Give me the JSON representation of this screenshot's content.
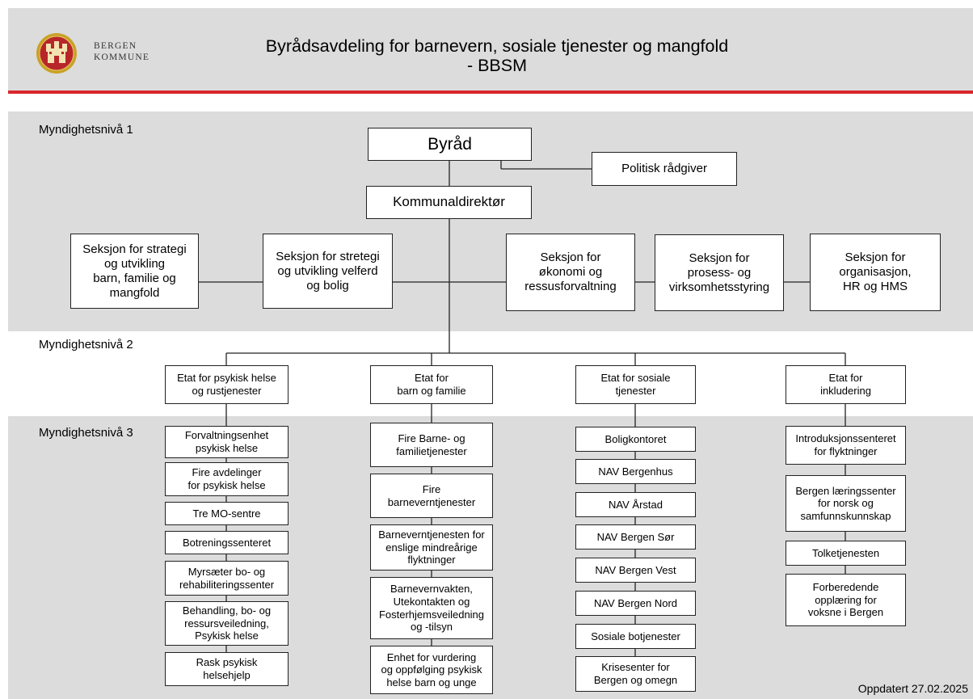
{
  "header": {
    "logo_line1": "BERGEN",
    "logo_line2": "KOMMUNE",
    "title": "Byrådsavdeling for barnevern, sosiale tjenester og mangfold\n- BBSM"
  },
  "levels": {
    "l1": "Myndighetsnivå 1",
    "l2": "Myndighetsnivå 2",
    "l3": "Myndighetsnivå 3"
  },
  "top": {
    "byrad": "Byråd",
    "politisk": "Politisk rådgiver",
    "kommunaldirektor": "Kommunaldirektør"
  },
  "sections": [
    "Seksjon for strategi\nog utvikling\nbarn, familie og\nmangfold",
    "Seksjon for stretegi\nog utvikling velferd\nog bolig",
    "Seksjon for\nøkonomi og\nressusforvaltning",
    "Seksjon for\nprosess- og\nvirksomhetsstyring",
    "Seksjon for\norganisasjon,\nHR og HMS"
  ],
  "etater": [
    "Etat for psykisk helse\nog rustjenester",
    "Etat for\nbarn og familie",
    "Etat for sosiale\ntjenester",
    "Etat for\ninkludering"
  ],
  "units": {
    "col1": [
      "Forvaltningsenhet\npsykisk helse",
      "Fire avdelinger\nfor psykisk helse",
      "Tre MO-sentre",
      "Botreningssenteret",
      "Myrsæter bo- og\nrehabiliteringssenter",
      "Behandling, bo- og\nressursveiledning,\nPsykisk helse",
      "Rask psykisk\nhelsehjelp"
    ],
    "col2": [
      "Fire Barne- og\nfamilietjenester",
      "Fire\nbarneverntjenester",
      "Barneverntjenesten for\nenslige mindreårige\nflyktninger",
      "Barnevernvakten,\nUtekontakten og\nFosterhjemsveiledning\nog -tilsyn",
      "Enhet for vurdering\nog oppfølging psykisk\nhelse barn og unge"
    ],
    "col3": [
      "Boligkontoret",
      "NAV Bergenhus",
      "NAV Årstad",
      "NAV Bergen Sør",
      "NAV Bergen Vest",
      "NAV Bergen Nord",
      "Sosiale botjenester",
      "Krisesenter for\nBergen og omegn"
    ],
    "col4": [
      "Introduksjonssenteret\nfor flyktninger",
      "Bergen læringssenter\nfor norsk og\nsamfunnskunnskap",
      "Tolketjenesten",
      "Forberedende\nopplæring for\nvoksne i Bergen"
    ]
  },
  "footer": {
    "updated": "Oppdatert 27.02.2025"
  },
  "colors": {
    "band": "#dcdcdc",
    "red_rule": "#d9262b",
    "logo_gold": "#c9a227",
    "logo_red": "#b8262a"
  }
}
